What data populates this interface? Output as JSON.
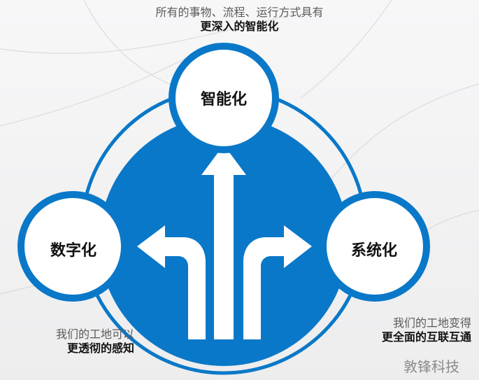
{
  "captions": {
    "top_line1": "所有的事物、流程、运行方式具有",
    "top_line2": "更深入的智能化",
    "left_line1": "我们的工地可以",
    "left_line2": "更透彻的感知",
    "right_line1": "我们的工地变得",
    "right_line2": "更全面的互联互通"
  },
  "nodes": {
    "top": "智能化",
    "left": "数字化",
    "right": "系统化"
  },
  "watermark": "敦锋科技",
  "colors": {
    "blue": "#0a78c8",
    "white": "#ffffff",
    "text_dark": "#111111",
    "text_gray": "#5a5a5a"
  }
}
